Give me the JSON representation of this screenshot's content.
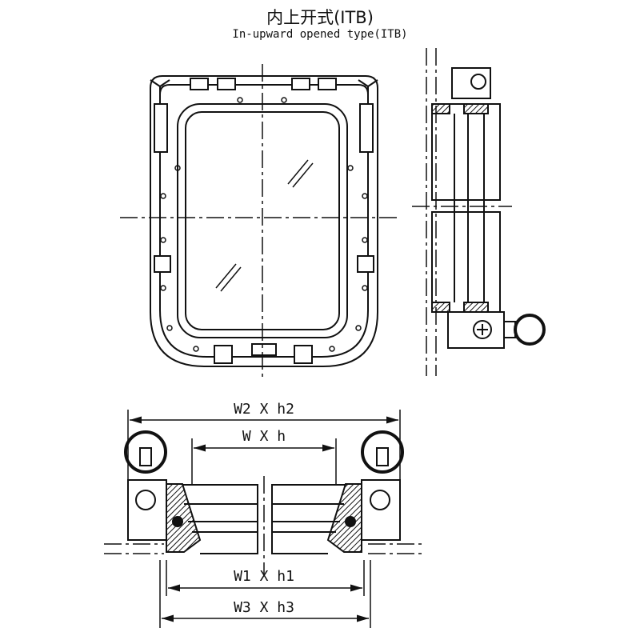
{
  "title": {
    "cn": "内上开式(ITB)",
    "en": "In-upward opened type(ITB)"
  },
  "dimensions": {
    "w2h2": "W2 X h2",
    "wh": "W X h",
    "w1h1": "W1 X h1",
    "w3h3": "W3 X h3"
  },
  "colors": {
    "line": "#111111",
    "background": "#ffffff"
  }
}
